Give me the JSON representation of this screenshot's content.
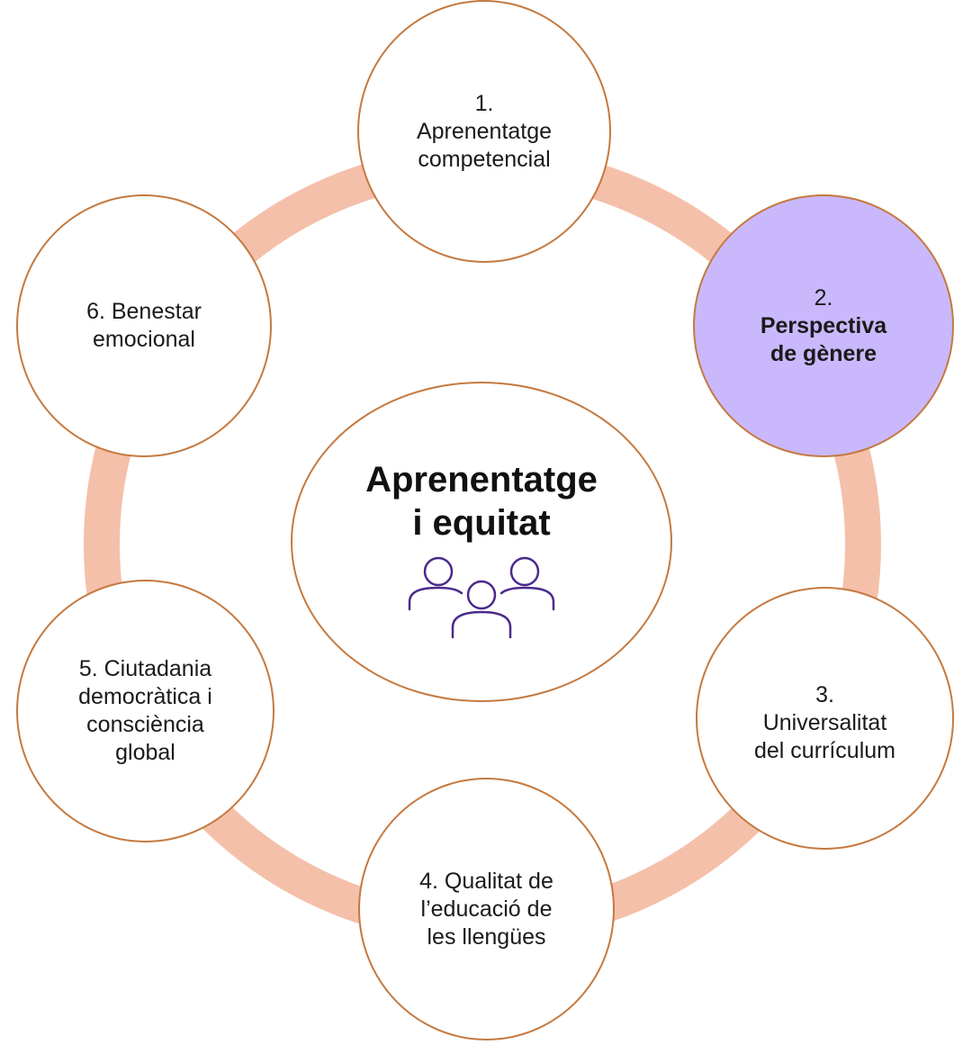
{
  "colors": {
    "ring": "#f4c0aa",
    "node_border": "#c5793f",
    "node_fill": "#ffffff",
    "highlight_fill": "#cab8fd",
    "people_icon_stroke": "#4a2a8a"
  },
  "center": {
    "title_line1": "Aprenentatge",
    "title_line2": "i equitat",
    "icon": "people-group-icon"
  },
  "nodes": [
    {
      "line1": "1.",
      "line2": "Aprenentatge",
      "line3": "competencial"
    },
    {
      "line1": "2.",
      "line2": "Perspectiva",
      "line3": "de gènere"
    },
    {
      "line1": "3.",
      "line2": "Universalitat",
      "line3": "del currículum"
    },
    {
      "line1": "4. Qualitat de",
      "line2": "l’educació de",
      "line3": "les llengües"
    },
    {
      "line1": "5. Ciutadania",
      "line2": "democràtica i",
      "line3": "consciència",
      "line4": "global"
    },
    {
      "line1": "6. Benestar",
      "line2": "emocional"
    }
  ]
}
